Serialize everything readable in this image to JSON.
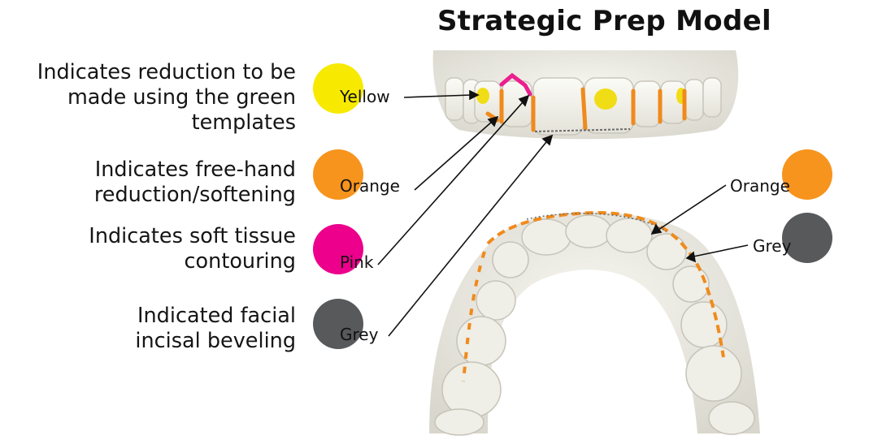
{
  "title": "Strategic Prep Model",
  "legend": [
    {
      "text": "Indicates reduction to be\nmade using the green\ntemplates",
      "color_name": "Yellow",
      "color": "#f7ea00"
    },
    {
      "text": "Indicates free-hand\nreduction/softening",
      "color_name": "Orange",
      "color": "#f7941d"
    },
    {
      "text": "Indicates soft tissue\ncontouring",
      "color_name": "Pink",
      "color": "#ec008c"
    },
    {
      "text": "Indicated facial\nincisal beveling",
      "color_name": "Grey",
      "color": "#58595b"
    }
  ],
  "right_labels": [
    {
      "color_name": "Orange",
      "color": "#f7941d"
    },
    {
      "color_name": "Grey",
      "color": "#58595b"
    }
  ],
  "colors": {
    "stone": "#ecebe4",
    "stone_shadow": "#cfcdc3",
    "text": "#151515",
    "arrow": "#111111"
  }
}
